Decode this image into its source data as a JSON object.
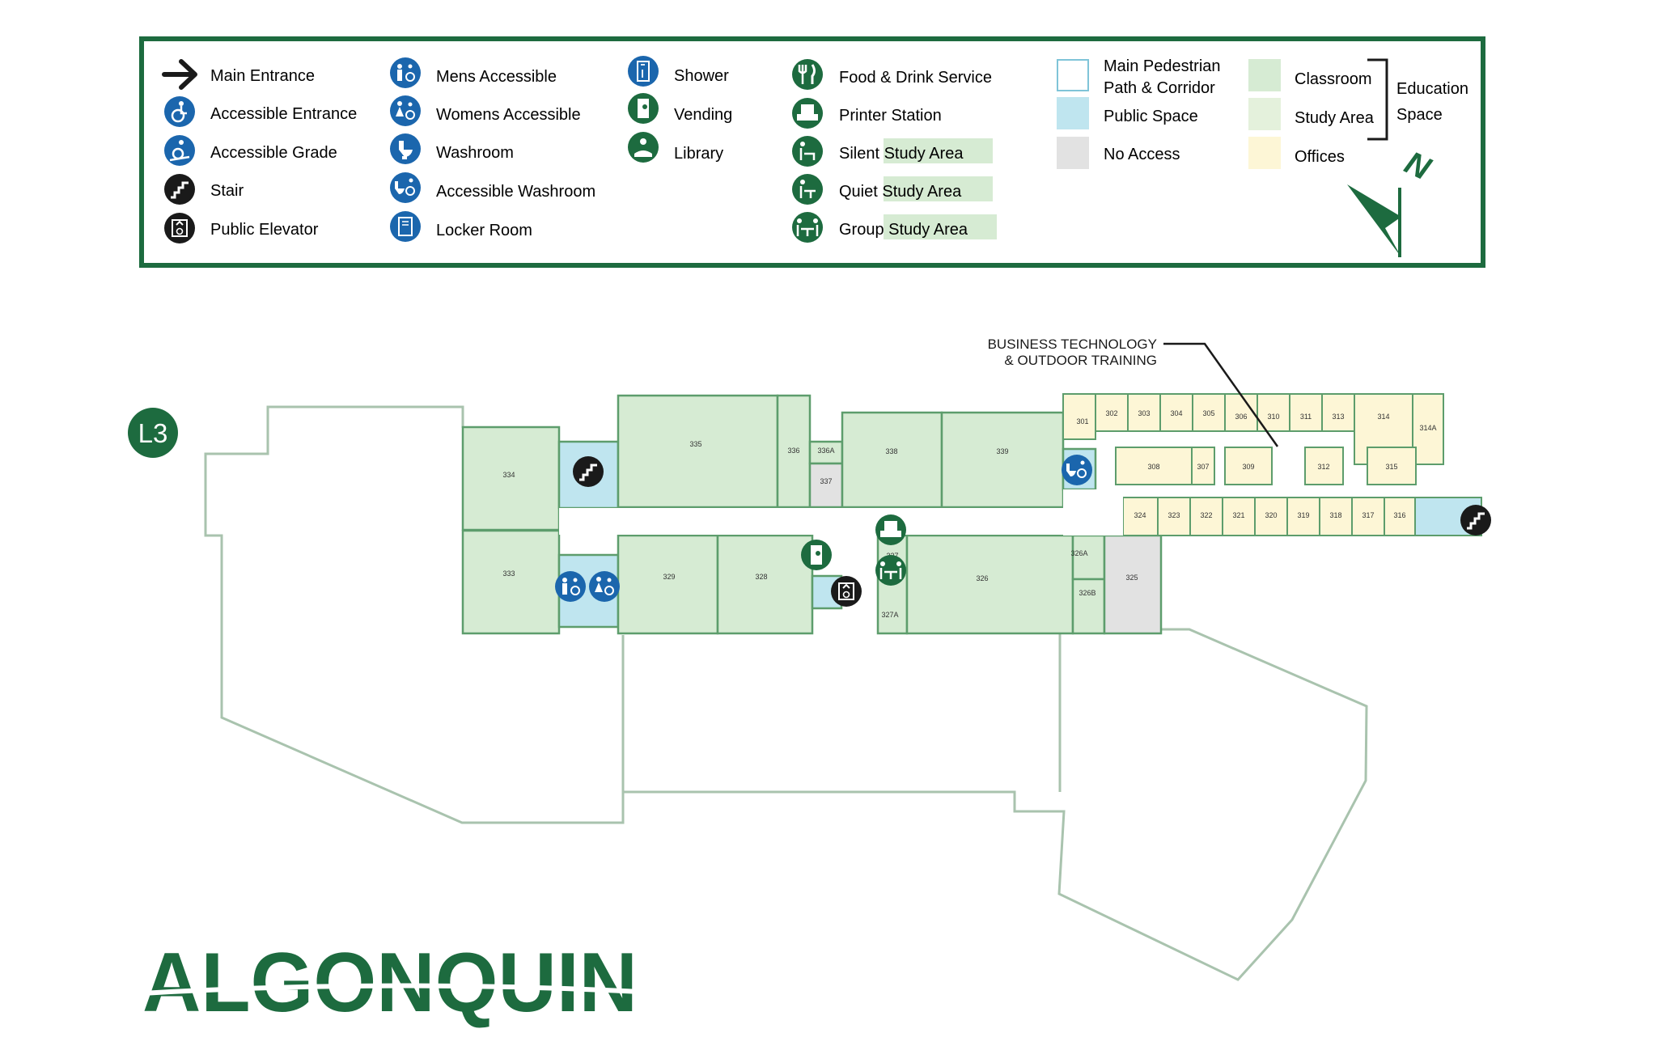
{
  "colors": {
    "brand_green": "#1d6b3f",
    "classroom": "#d6ebd3",
    "study_area": "#e4f1dc",
    "offices": "#fdf6d6",
    "public_space": "#bfe5ef",
    "no_access": "#e2e2e2",
    "wall": "#5d9d6c",
    "outline": "#a9c3ae",
    "access_blue": "#1b66ad"
  },
  "legend": {
    "col1": [
      {
        "label": "Main Entrance",
        "icon": "arrow-right-icon"
      },
      {
        "label": "Accessible Entrance",
        "icon": "wheelchair-icon"
      },
      {
        "label": "Accessible Grade",
        "icon": "wheelchair-ramp-icon"
      },
      {
        "label": "Stair",
        "icon": "stair-icon"
      },
      {
        "label": "Public Elevator",
        "icon": "elevator-icon"
      }
    ],
    "col2": [
      {
        "label": "Mens Accessible",
        "icon": "mens-accessible-icon"
      },
      {
        "label": "Womens Accessible",
        "icon": "womens-accessible-icon"
      },
      {
        "label": "Washroom",
        "icon": "toilet-icon"
      },
      {
        "label": "Accessible Washroom",
        "icon": "accessible-washroom-icon"
      },
      {
        "label": "Locker Room",
        "icon": "locker-icon"
      }
    ],
    "col3": [
      {
        "label": "Shower",
        "icon": "shower-icon"
      },
      {
        "label": "Vending",
        "icon": "vending-icon"
      },
      {
        "label": "Library",
        "icon": "library-icon"
      }
    ],
    "col4": [
      {
        "label": "Food & Drink Service",
        "icon": "fork-knife-icon"
      },
      {
        "label": "Printer Station",
        "icon": "printer-icon"
      },
      {
        "label_a": "Silent ",
        "label_b": "Study Area",
        "icon": "silent-study-icon"
      },
      {
        "label_a": "Quiet ",
        "label_b": "Study Area",
        "icon": "quiet-study-icon"
      },
      {
        "label_a": "Group ",
        "label_b": "Study Area",
        "icon": "group-study-icon"
      }
    ],
    "col5": [
      {
        "label_1": "Main Pedestrian",
        "label_2": "Path & Corridor"
      },
      {
        "label": "Public Space"
      },
      {
        "label": "No Access"
      }
    ],
    "col6": [
      {
        "label": "Classroom"
      },
      {
        "label": "Study Area"
      },
      {
        "label": "Offices"
      }
    ],
    "education_1": "Education",
    "education_2": "Space",
    "north": "N"
  },
  "map": {
    "level": "L3",
    "callout_1": "BUSINESS TECHNOLOGY",
    "callout_2": "& OUTDOOR TRAINING",
    "rooms": {
      "r301": "301",
      "r302": "302",
      "r303": "303",
      "r304": "304",
      "r305": "305",
      "r306": "306",
      "r310": "310",
      "r311": "311",
      "r313": "313",
      "r314": "314",
      "r314a": "314A",
      "r308": "308",
      "r307": "307",
      "r309": "309",
      "r312": "312",
      "r315": "315",
      "r324": "324",
      "r323": "323",
      "r322": "322",
      "r321": "321",
      "r320": "320",
      "r319": "319",
      "r318": "318",
      "r317": "317",
      "r316": "316",
      "r334": "334",
      "r333": "333",
      "r335": "335",
      "r336": "336",
      "r336a": "336A",
      "r337": "337",
      "r338": "338",
      "r339": "339",
      "r329": "329",
      "r328": "328",
      "r327": "327",
      "r327a": "327A",
      "r326": "326",
      "r326a": "326A",
      "r326b": "326B",
      "r325": "325"
    }
  },
  "brand": "ALGONQUIN"
}
